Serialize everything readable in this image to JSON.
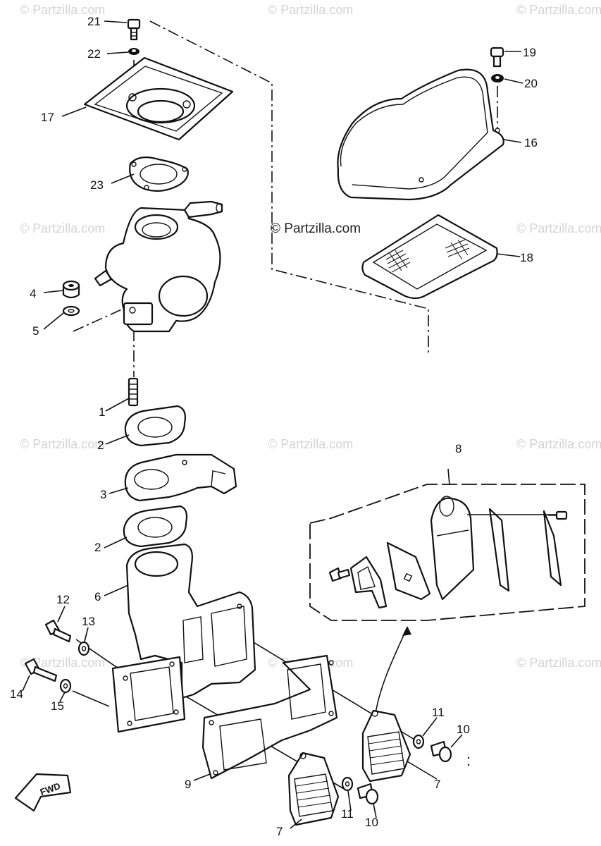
{
  "watermark": "© Partzilla.com",
  "center_brand": "© Partzilla.com",
  "fwd_label": "FWD",
  "callouts": {
    "p1": "1",
    "p2a": "2",
    "p2b": "2",
    "p3": "3",
    "p4": "4",
    "p5": "5",
    "p6": "6",
    "p7a": "7",
    "p7b": "7",
    "p8": "8",
    "p9": "9",
    "p10a": "10",
    "p10b": "10",
    "p11a": "11",
    "p11b": "11",
    "p12": "12",
    "p13": "13",
    "p14": "14",
    "p15": "15",
    "p16": "16",
    "p17": "17",
    "p18": "18",
    "p19": "19",
    "p20": "20",
    "p21": "21",
    "p22": "22",
    "p23": "23"
  }
}
